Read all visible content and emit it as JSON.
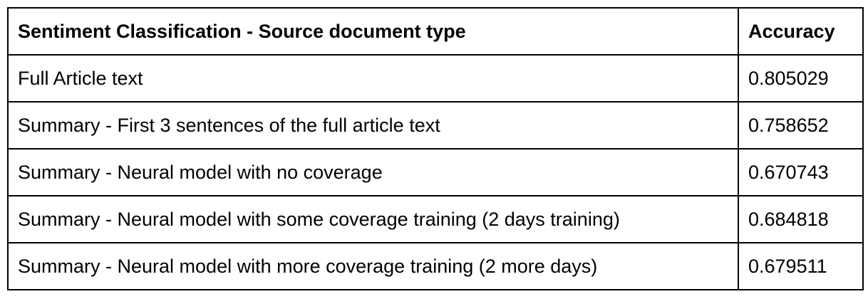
{
  "table": {
    "headers": [
      "Sentiment Classification - Source document type",
      "Accuracy"
    ],
    "rows": [
      [
        "Full Article text",
        "0.805029"
      ],
      [
        "Summary - First 3 sentences of the full article text",
        "0.758652"
      ],
      [
        "Summary - Neural model with no coverage",
        "0.670743"
      ],
      [
        "Summary - Neural model with some coverage training (2 days training)",
        "0.684818"
      ],
      [
        "Summary - Neural model with more coverage training (2 more days)",
        "0.679511"
      ]
    ]
  }
}
